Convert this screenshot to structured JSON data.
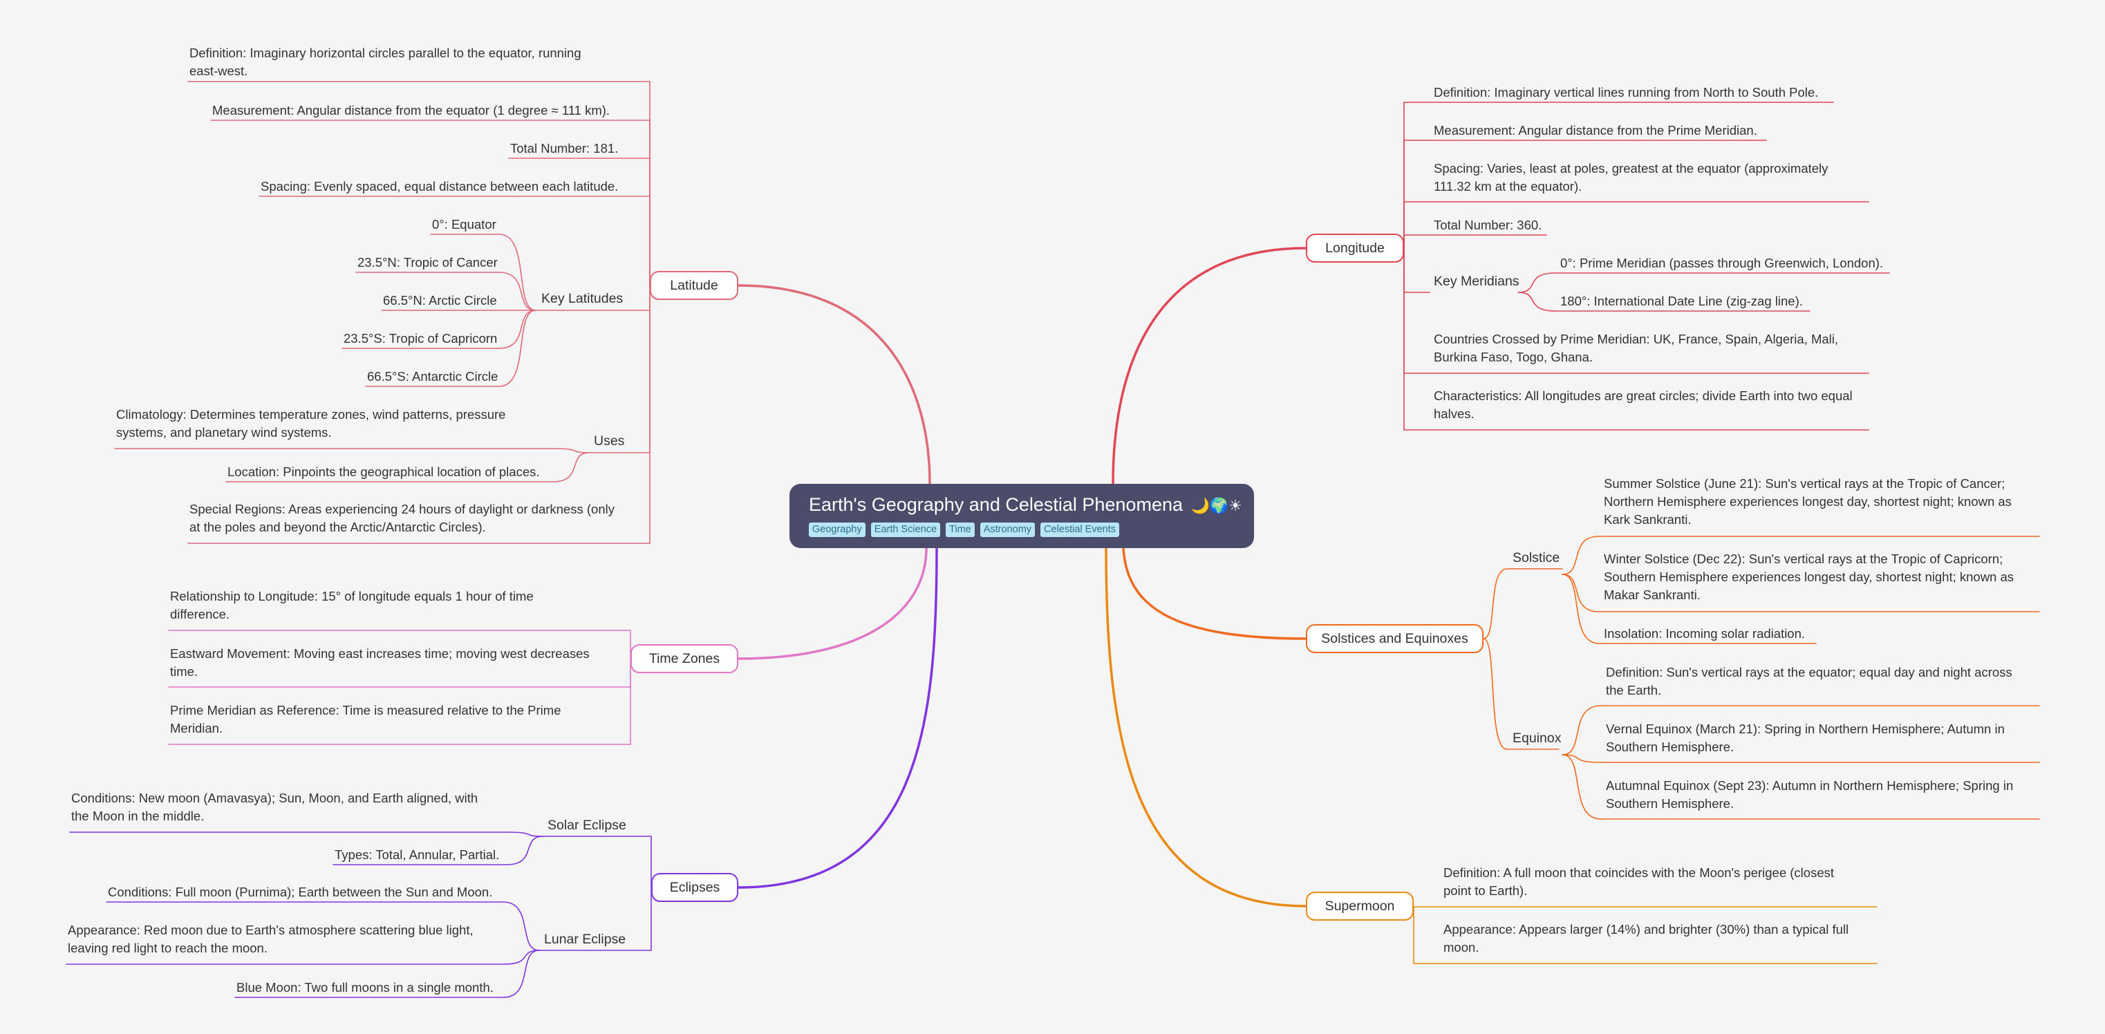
{
  "root": {
    "title": "Earth's Geography and Celestial Phenomena",
    "emoji": "🌙🌍☀",
    "tags": [
      "Geography",
      "Earth Science",
      "Time",
      "Astronomy",
      "Celestial Events"
    ]
  },
  "colors": {
    "latitude": "#e06a78",
    "time_zones": "#e277c8",
    "eclipses": "#8035e0",
    "longitude": "#e04654",
    "solstices": "#f26a1e",
    "supermoon": "#ea8a14",
    "root_fill": "#4a4c6a",
    "tag_fill": "#b9e6f6"
  },
  "branches": {
    "latitude": {
      "label": "Latitude",
      "children": {
        "definition": "Definition: Imaginary horizontal circles parallel to the equator, running\neast-west.",
        "measurement": "Measurement: Angular distance from the equator (1 degree ≈ 111 km).",
        "total": "Total Number: 181.",
        "spacing": "Spacing: Evenly spaced, equal distance between each latitude.",
        "key_latitudes": {
          "label": "Key Latitudes",
          "items": [
            "0°: Equator",
            "23.5°N: Tropic of Cancer",
            "66.5°N: Arctic Circle",
            "23.5°S: Tropic of Capricorn",
            "66.5°S: Antarctic Circle"
          ]
        },
        "uses": {
          "label": "Uses",
          "items": [
            "Climatology: Determines temperature zones, wind patterns, pressure\nsystems, and planetary wind systems.",
            "Location: Pinpoints the geographical location of places."
          ]
        },
        "special": "Special Regions: Areas experiencing 24 hours of daylight or darkness (only\nat the poles and beyond the Arctic/Antarctic Circles)."
      }
    },
    "time_zones": {
      "label": "Time Zones",
      "items": [
        "Relationship to Longitude: 15° of longitude equals 1 hour of time\ndifference.",
        "Eastward Movement: Moving east increases time; moving west decreases\ntime.",
        "Prime Meridian as Reference: Time is measured relative to the Prime\nMeridian."
      ]
    },
    "eclipses": {
      "label": "Eclipses",
      "solar": {
        "label": "Solar Eclipse",
        "items": [
          "Conditions: New moon (Amavasya); Sun, Moon, and Earth aligned, with\nthe Moon in the middle.",
          "Types: Total, Annular, Partial."
        ]
      },
      "lunar": {
        "label": "Lunar Eclipse",
        "items": [
          "Conditions: Full moon (Purnima); Earth between the Sun and Moon.",
          "Appearance: Red moon due to Earth's atmosphere scattering blue light,\nleaving red light to reach the moon.",
          "Blue Moon: Two full moons in a single month."
        ]
      }
    },
    "longitude": {
      "label": "Longitude",
      "children": {
        "definition": "Definition: Imaginary vertical lines running from North to South Pole.",
        "measurement": "Measurement: Angular distance from the Prime Meridian.",
        "spacing": "Spacing: Varies, least at poles, greatest at the equator (approximately\n111.32 km at the equator).",
        "total": "Total Number: 360.",
        "key_meridians": {
          "label": "Key Meridians",
          "items": [
            "0°: Prime Meridian (passes through Greenwich, London).",
            "180°: International Date Line (zig-zag line)."
          ]
        },
        "countries": "Countries Crossed by Prime Meridian: UK, France, Spain, Algeria, Mali,\nBurkina Faso, Togo, Ghana.",
        "characteristics": "Characteristics: All longitudes are great circles; divide Earth into two equal\nhalves."
      }
    },
    "solstices": {
      "label": "Solstices and Equinoxes",
      "solstice": {
        "label": "Solstice",
        "items": [
          "Summer Solstice (June 21):  Sun's vertical rays at the Tropic of Cancer;\nNorthern Hemisphere experiences longest day, shortest night; known as\nKark Sankranti.",
          "Winter Solstice (Dec 22): Sun's vertical rays at the Tropic of Capricorn;\nSouthern Hemisphere experiences longest day, shortest night; known as\nMakar Sankranti.",
          "Insolation: Incoming solar radiation."
        ]
      },
      "equinox": {
        "label": "Equinox",
        "items": [
          "Definition: Sun's vertical rays at the equator; equal day and night across\nthe Earth.",
          "Vernal Equinox (March 21): Spring in Northern Hemisphere; Autumn in\nSouthern Hemisphere.",
          "Autumnal Equinox (Sept 23): Autumn in Northern Hemisphere; Spring in\nSouthern Hemisphere."
        ]
      }
    },
    "supermoon": {
      "label": "Supermoon",
      "items": [
        "Definition: A full moon that coincides with the Moon's perigee (closest\npoint to Earth).",
        "Appearance: Appears larger (14%) and brighter (30%) than a typical full\nmoon."
      ]
    }
  }
}
